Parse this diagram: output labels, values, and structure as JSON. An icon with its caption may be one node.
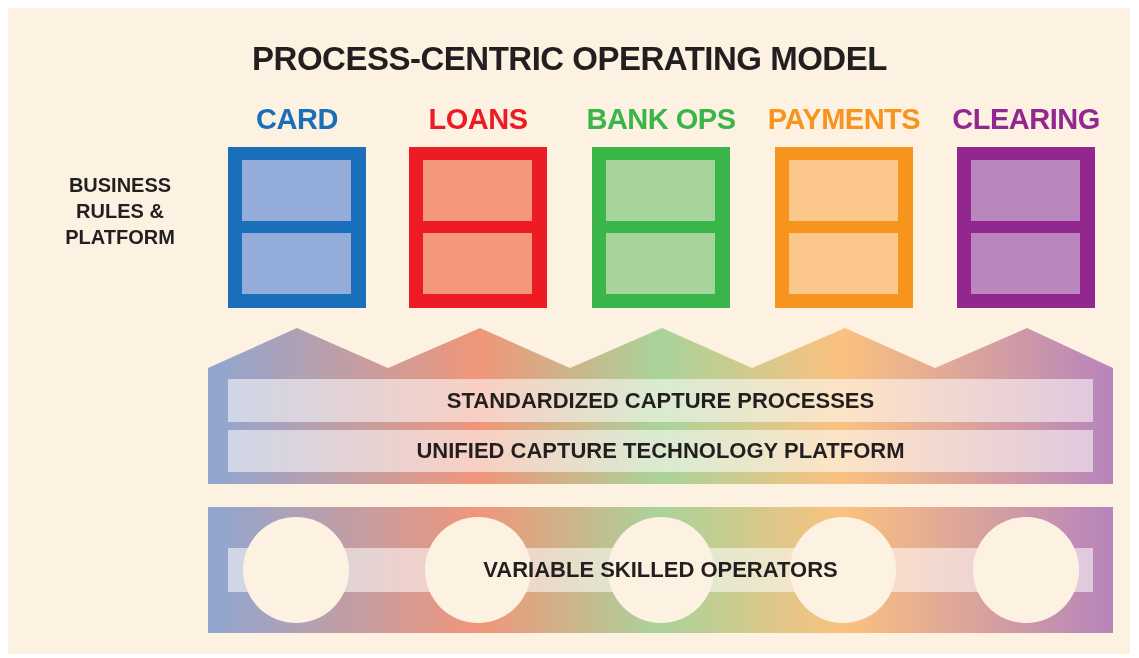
{
  "diagram": {
    "title": "PROCESS-CENTRIC OPERATING MODEL",
    "nodes": [
      {
        "text": [
          "CARD"
        ]
      },
      {
        "text": [],
        "shape": "box",
        "in": 0
      },
      {
        "text": [],
        "shape": "box",
        "in": 0
      },
      {
        "text": [
          "LOANS"
        ]
      },
      {
        "text": [],
        "shape": "box",
        "in": 3
      },
      {
        "text": [],
        "shape": "box",
        "in": 3
      },
      {
        "text": [
          "BANK OPS"
        ]
      },
      {
        "text": [],
        "shape": "box",
        "in": 6
      },
      {
        "text": [],
        "shape": "box",
        "in": 6
      },
      {
        "text": [
          "PAYMENTS"
        ]
      },
      {
        "text": [],
        "shape": "box",
        "in": 9
      },
      {
        "text": [],
        "shape": "box",
        "in": 9
      },
      {
        "text": [
          "CLEARING"
        ]
      },
      {
        "text": [],
        "shape": "box",
        "in": 12
      },
      {
        "text": [],
        "shape": "box",
        "in": 12
      },
      {
        "text": [],
        "shape": "band"
      },
      {
        "text": [
          "STANDARDIZED CAPTURE PROCESSES"
        ],
        "in": 15
      },
      {
        "text": [
          "UNIFIED CAPTURE TECHNOLOGY PLATFORM"
        ],
        "in": 15
      },
      {
        "text": [],
        "shape": "band"
      },
      {
        "text": [
          "VARIABLE SKILLED OPERATORS"
        ],
        "in": 18
      }
    ],
    "labels": [
      "BUSINESS RULES & PLATFORM"
    ]
  }
}
